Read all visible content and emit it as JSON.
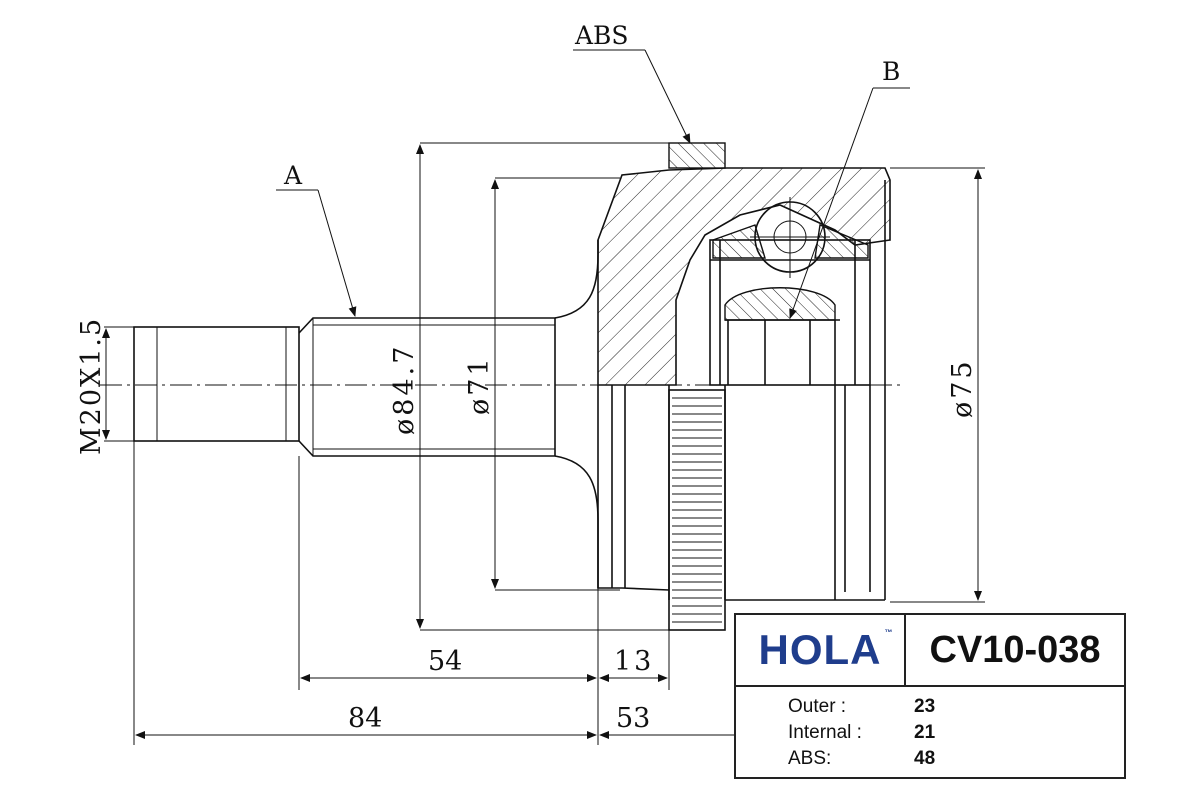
{
  "labels": {
    "abs": "ABS",
    "a": "A",
    "b": "B",
    "thread": "M20X1.5",
    "dia_84_7": "ø84.7",
    "dia_71": "ø71",
    "dia_75": "ø75"
  },
  "dimensions": {
    "d54": "54",
    "d13": "13",
    "d84": "84",
    "d53": "53"
  },
  "info": {
    "brand": "HOLA",
    "brand_mark": "™",
    "part_number": "CV10-038",
    "specs": [
      {
        "label": "Outer :",
        "value": "23"
      },
      {
        "label": "Internal :",
        "value": "21"
      },
      {
        "label": "ABS:",
        "value": "48"
      }
    ]
  },
  "colors": {
    "brand": "#1f3d8c",
    "line": "#111111"
  }
}
